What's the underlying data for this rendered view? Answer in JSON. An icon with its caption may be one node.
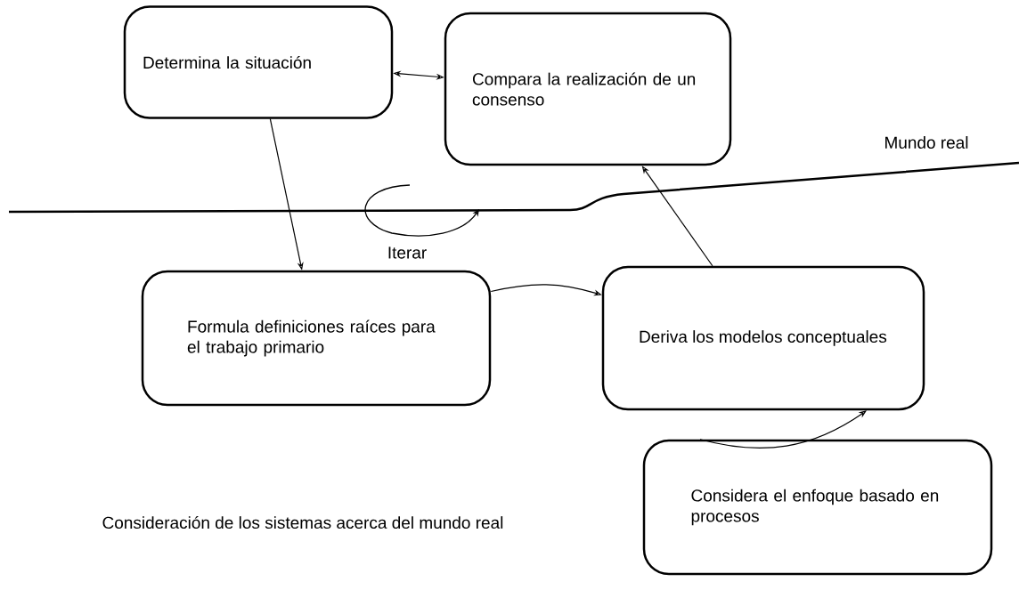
{
  "diagram": {
    "nodes": [
      {
        "text": [
          "Determina la situación"
        ]
      },
      {
        "text": [
          "Compara la realización de un consenso"
        ]
      },
      {
        "text": [
          "Formula definiciones raíces para el trabajo primario"
        ]
      },
      {
        "text": [
          "Deriva los modelos conceptuales"
        ]
      },
      {
        "text": [
          "Considera el enfoque basado en procesos"
        ]
      }
    ],
    "edges": [
      {
        "from": 0,
        "to": 1,
        "arrow": "both"
      },
      {
        "from": 0,
        "to": 2,
        "arrow": "to"
      },
      {
        "from": 2,
        "to": 3,
        "arrow": "to"
      },
      {
        "from": 3,
        "to": 1,
        "arrow": "to"
      },
      {
        "from": 4,
        "to": 3,
        "arrow": "to"
      }
    ],
    "labels": [
      "Mundo real",
      "Iterar",
      "Consideración de los sistemas acerca del mundo real"
    ]
  }
}
